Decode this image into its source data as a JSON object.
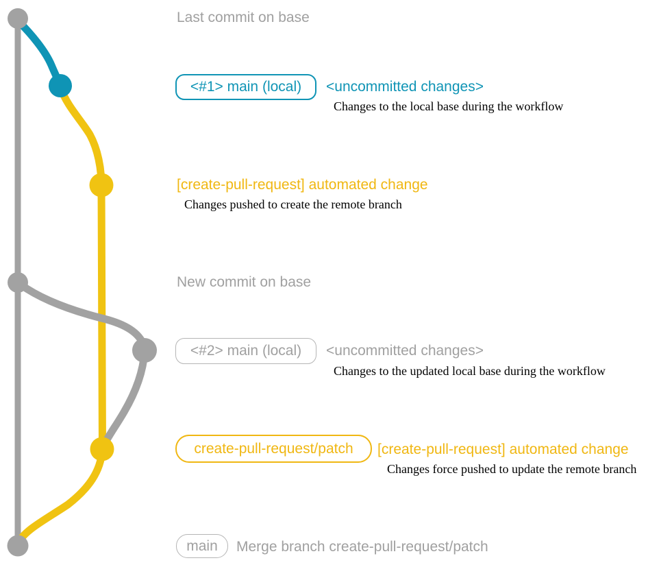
{
  "palette": {
    "gray": "#a2a2a2",
    "gray_text": "#a0a0a0",
    "blue": "#0f94b5",
    "yellow_graph": "#f0c312",
    "yellow_text": "#f0b712",
    "note_text": "#000000",
    "background": "#ffffff"
  },
  "graph": {
    "node_colors": [
      "gray",
      "blue",
      "yellow",
      "gray",
      "gray",
      "yellow",
      "gray"
    ],
    "branch_colors": {
      "base": "gray",
      "local_main": "blue",
      "remote_patch": "yellow",
      "updated_local_main": "gray"
    }
  },
  "rows": [
    {
      "caption": "Last commit on base"
    },
    {
      "chip": "<#1> main (local)",
      "status": "<uncommitted changes>",
      "note": "Changes to the local base during the workflow"
    },
    {
      "heading": "[create-pull-request] automated change",
      "note": "Changes pushed to create the remote branch"
    },
    {
      "caption": "New commit on base"
    },
    {
      "chip": "<#2> main (local)",
      "status": "<uncommitted changes>",
      "note": "Changes to the updated local base during the workflow"
    },
    {
      "chip": "create-pull-request/patch",
      "heading": "[create-pull-request] automated change",
      "note": "Changes force pushed to update the remote branch"
    },
    {
      "chip": "main",
      "caption": "Merge branch create-pull-request/patch"
    }
  ]
}
